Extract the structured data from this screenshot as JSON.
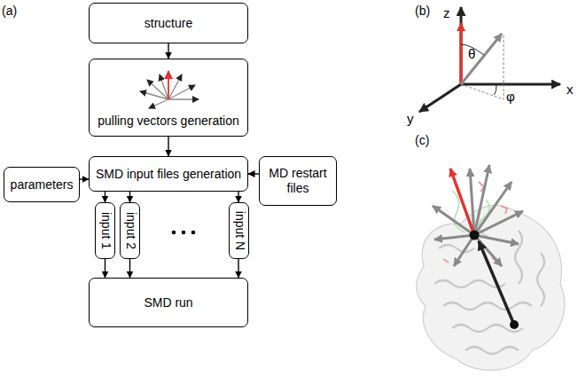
{
  "diagram": {
    "nodes": [
      {
        "text": [
          "structure"
        ]
      },
      {
        "text": [
          "pulling vectors generation"
        ]
      },
      {
        "text": [
          "SMD input files generation"
        ]
      },
      {
        "text": [
          "parameters"
        ]
      },
      {
        "text": [
          "MD restart files"
        ]
      },
      {
        "text": [
          "input 1"
        ]
      },
      {
        "text": [
          "input 2"
        ]
      },
      {
        "text": [
          "input N"
        ]
      },
      {
        "text": [
          "SMD run"
        ]
      }
    ],
    "edges": [
      {
        "from": 0,
        "to": 1,
        "arrow": "to"
      },
      {
        "from": 1,
        "to": 2,
        "arrow": "to"
      },
      {
        "from": 3,
        "to": 2,
        "arrow": "to"
      },
      {
        "from": 4,
        "to": 2,
        "arrow": "to"
      },
      {
        "from": 2,
        "to": 5,
        "arrow": "to"
      },
      {
        "from": 2,
        "to": 6,
        "arrow": "to"
      },
      {
        "from": 2,
        "to": 7,
        "arrow": "to"
      },
      {
        "from": 5,
        "to": 8,
        "arrow": "to"
      },
      {
        "from": 6,
        "to": 8,
        "arrow": "to"
      },
      {
        "from": 7,
        "to": 8,
        "arrow": "to"
      }
    ],
    "labels": [
      "(a)",
      "(b)",
      "z",
      "θ",
      "φ",
      "x",
      "y",
      "(c)"
    ]
  }
}
